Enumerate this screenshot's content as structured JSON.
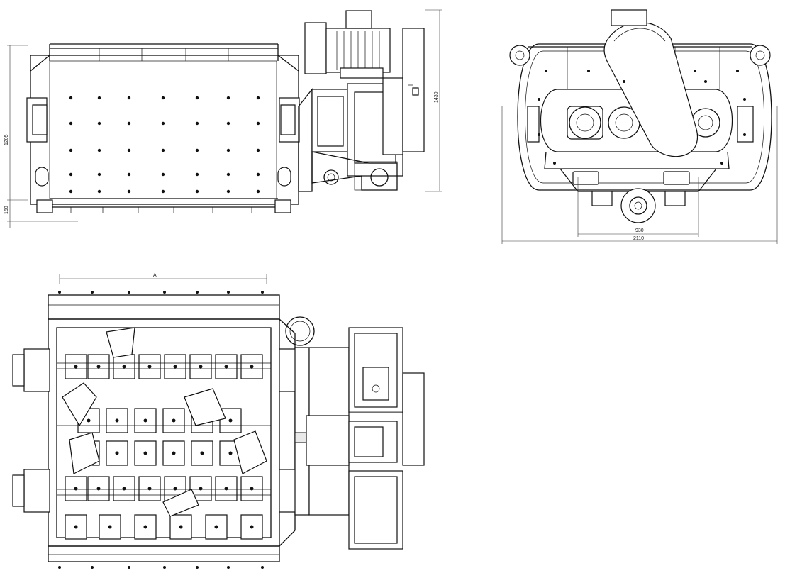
{
  "dimensions": {
    "side_height_total": "1430",
    "side_height_body": "1205",
    "side_height_base": "150",
    "end_width_inner": "930",
    "end_width_total": "2110",
    "plan_length": "A"
  },
  "views": [
    "side-elevation",
    "end-elevation",
    "plan-view"
  ],
  "line_color": "#111111",
  "background_color": "#ffffff"
}
